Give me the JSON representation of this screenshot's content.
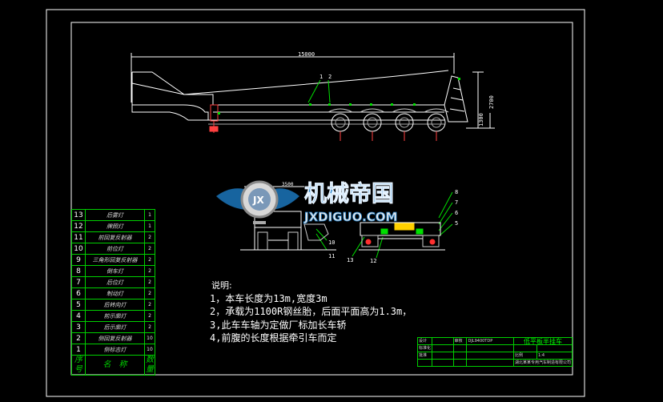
{
  "drawing": {
    "dims": {
      "overall_length": "15000",
      "height": "2700",
      "platform_height": "1300",
      "lower_width": "3500"
    },
    "callouts": [
      "1",
      "2",
      "8",
      "7",
      "6",
      "5",
      "10",
      "11",
      "13",
      "12"
    ]
  },
  "watermark": {
    "title": "机械帝国",
    "url": "JXDIGUO.COM",
    "logo_letters": "JX"
  },
  "notes": {
    "title": "说明:",
    "items": [
      "1，本车长度为13m,宽度3m",
      "2，承载为1100R钢丝胎，后面平面高为1.3m，",
      "3,此车车轴为定做厂标加长车轿",
      "4,前腹的长度根据牵引车而定"
    ]
  },
  "parts_list": {
    "rows": [
      {
        "no": "13",
        "name": "后雾灯",
        "qty": "1"
      },
      {
        "no": "12",
        "name": "牌照灯",
        "qty": "1"
      },
      {
        "no": "11",
        "name": "前回复反射器",
        "qty": "2"
      },
      {
        "no": "10",
        "name": "前位灯",
        "qty": "2"
      },
      {
        "no": "9",
        "name": "三角形回复反射器",
        "qty": "2"
      },
      {
        "no": "8",
        "name": "倒车灯",
        "qty": "2"
      },
      {
        "no": "7",
        "name": "后位灯",
        "qty": "2"
      },
      {
        "no": "6",
        "name": "制动灯",
        "qty": "2"
      },
      {
        "no": "5",
        "name": "后转向灯",
        "qty": "2"
      },
      {
        "no": "4",
        "name": "前示廓灯",
        "qty": "2"
      },
      {
        "no": "3",
        "name": "后示廓灯",
        "qty": "2"
      },
      {
        "no": "2",
        "name": "侧回复反射器",
        "qty": "10"
      },
      {
        "no": "1",
        "name": "侧标志灯",
        "qty": "10"
      }
    ],
    "header": {
      "no": "序号",
      "name": "名　称",
      "qty": "数量"
    }
  },
  "title_block": {
    "title": "低平板半挂车",
    "r1": [
      "设计",
      "审核",
      "标准化",
      "批准"
    ],
    "r2": [
      "比例",
      "1:4"
    ],
    "company": "湖北某某专用汽车制造有限公司",
    "code": "DJL9400TDP"
  }
}
